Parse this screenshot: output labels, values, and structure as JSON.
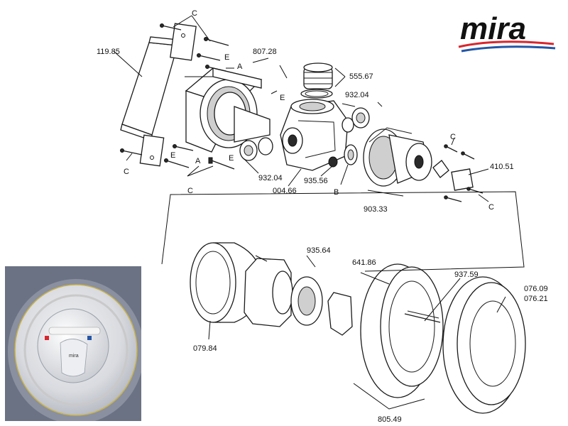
{
  "brand": {
    "name": "mira",
    "colors": {
      "text": "#111111",
      "red_swoosh": "#d8262e",
      "blue_swoosh": "#2456a5"
    }
  },
  "labels": {
    "c_top": "C",
    "e_top": "E",
    "a_top": "A",
    "e_mid": "E",
    "c_left": "C",
    "e_left": "E",
    "a_bot": "A",
    "e_bot": "E",
    "c_bot": "C",
    "c_right_top": "C",
    "c_right_bot": "C",
    "b": "B"
  },
  "part_numbers": {
    "p119_85": "119.85",
    "p807_28": "807.28",
    "p555_67": "555.67",
    "p932_04_top": "932.04",
    "p932_04_bot": "932.04",
    "p004_66": "004.66",
    "p935_56": "935.56",
    "p903_33": "903.33",
    "p410_51": "410.51",
    "p935_64": "935.64",
    "p641_86": "641.86",
    "p937_59": "937.59",
    "p076_09": "076.09",
    "p076_21": "076.21",
    "p079_84": "079.84",
    "p805_49": "805.49"
  },
  "photo": {
    "description_icon": "shower-control-dial-photo",
    "dial_brand": "mira"
  }
}
